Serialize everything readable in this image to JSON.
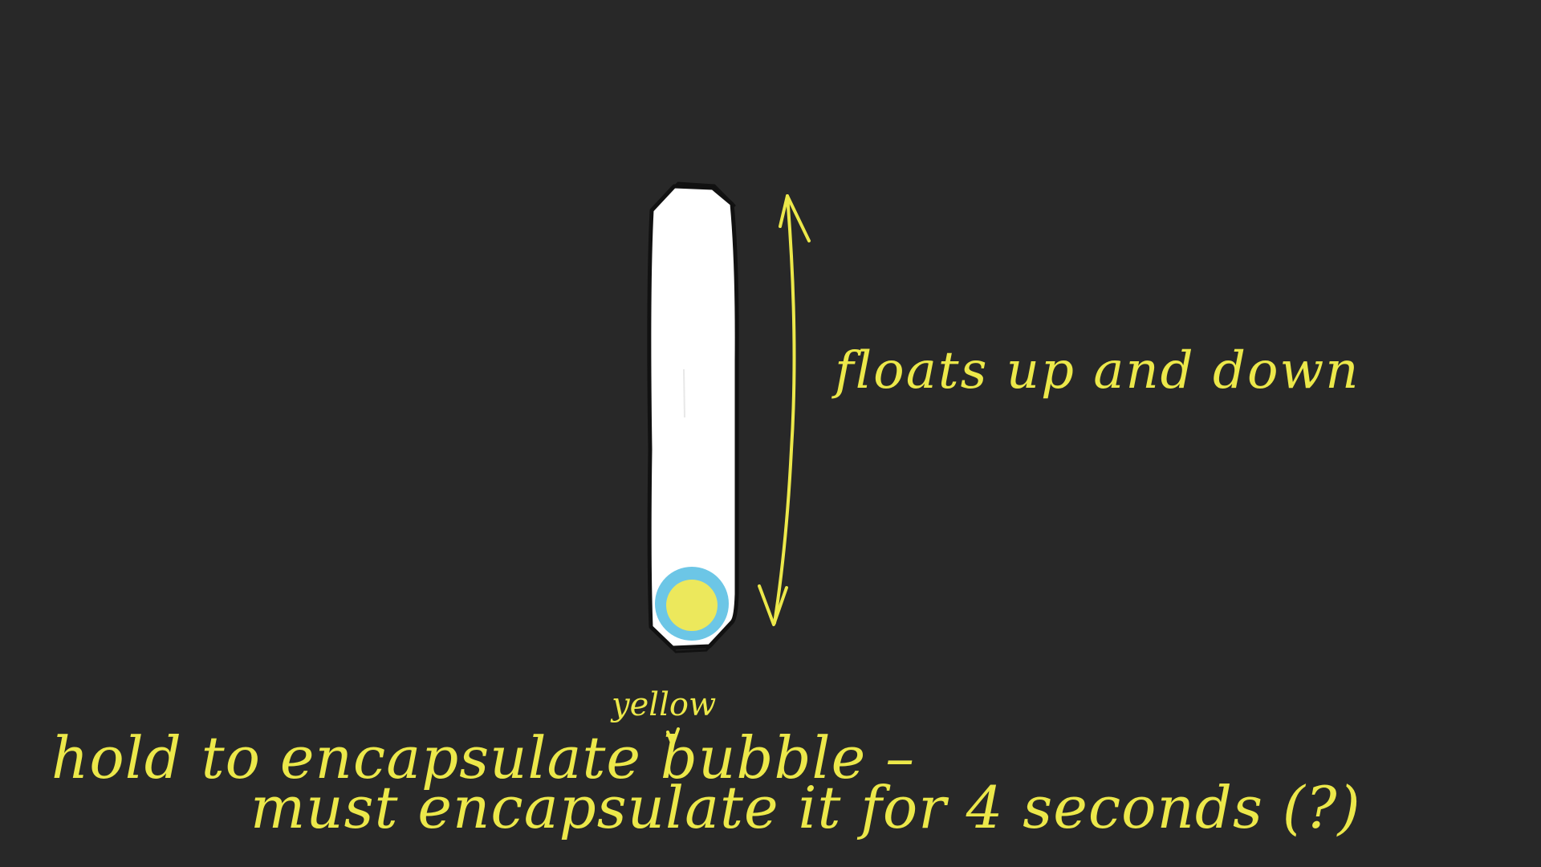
{
  "annotations": {
    "motion_label": "floats up and down",
    "inserted_word": "yellow",
    "instruction_line1": "hold to encapsulate bubble –",
    "instruction_line2": "must encapsulate it for 4 seconds (?)"
  },
  "colors": {
    "background": "#282828",
    "ink": "#ece84a",
    "tube_fill": "#ffffff",
    "tube_outline": "#111111",
    "bubble_fill": "#ece85c",
    "bubble_ring": "#6cc6e6"
  },
  "icons": {
    "motion_indicator": "double-headed-arrow-icon",
    "insertion_mark": "caret-icon"
  }
}
